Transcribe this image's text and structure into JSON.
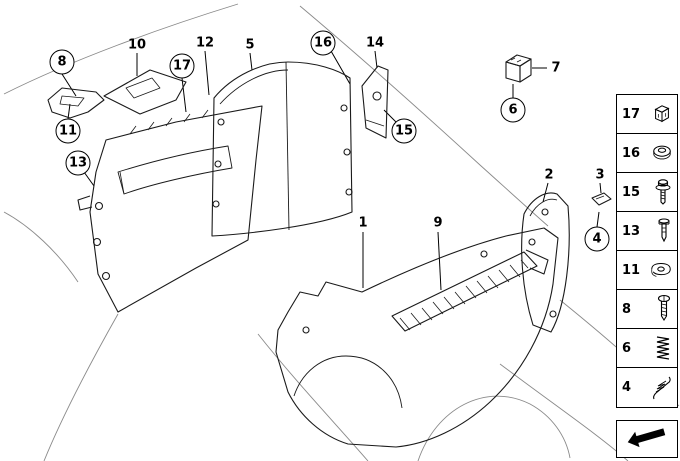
{
  "diagram": {
    "name": "Trunk trim panel exploded parts diagram",
    "callouts": [
      {
        "label": "8",
        "circled": true
      },
      {
        "label": "10",
        "circled": false
      },
      {
        "label": "12",
        "circled": false
      },
      {
        "label": "17",
        "circled": true
      },
      {
        "label": "5",
        "circled": false
      },
      {
        "label": "16",
        "circled": true
      },
      {
        "label": "14",
        "circled": false
      },
      {
        "label": "15",
        "circled": true
      },
      {
        "label": "11",
        "circled": true
      },
      {
        "label": "13",
        "circled": true
      },
      {
        "label": "7",
        "circled": false
      },
      {
        "label": "6",
        "circled": true
      },
      {
        "label": "2",
        "circled": false
      },
      {
        "label": "3",
        "circled": false
      },
      {
        "label": "4",
        "circled": true
      },
      {
        "label": "1",
        "circled": false
      },
      {
        "label": "9",
        "circled": false
      }
    ]
  },
  "legend": {
    "items": [
      {
        "label": "17",
        "icon": "clip-icon"
      },
      {
        "label": "16",
        "icon": "grommet-icon"
      },
      {
        "label": "15",
        "icon": "screw-washer-icon"
      },
      {
        "label": "13",
        "icon": "rivet-icon"
      },
      {
        "label": "11",
        "icon": "speed-nut-icon"
      },
      {
        "label": "8",
        "icon": "screw-icon"
      },
      {
        "label": "6",
        "icon": "spring-icon"
      },
      {
        "label": "4",
        "icon": "tension-spring-icon"
      }
    ],
    "nav_icon": "back-arrow-icon"
  },
  "colors": {
    "line": "#000000",
    "body_line": "#8a8a8a",
    "background": "#ffffff"
  }
}
